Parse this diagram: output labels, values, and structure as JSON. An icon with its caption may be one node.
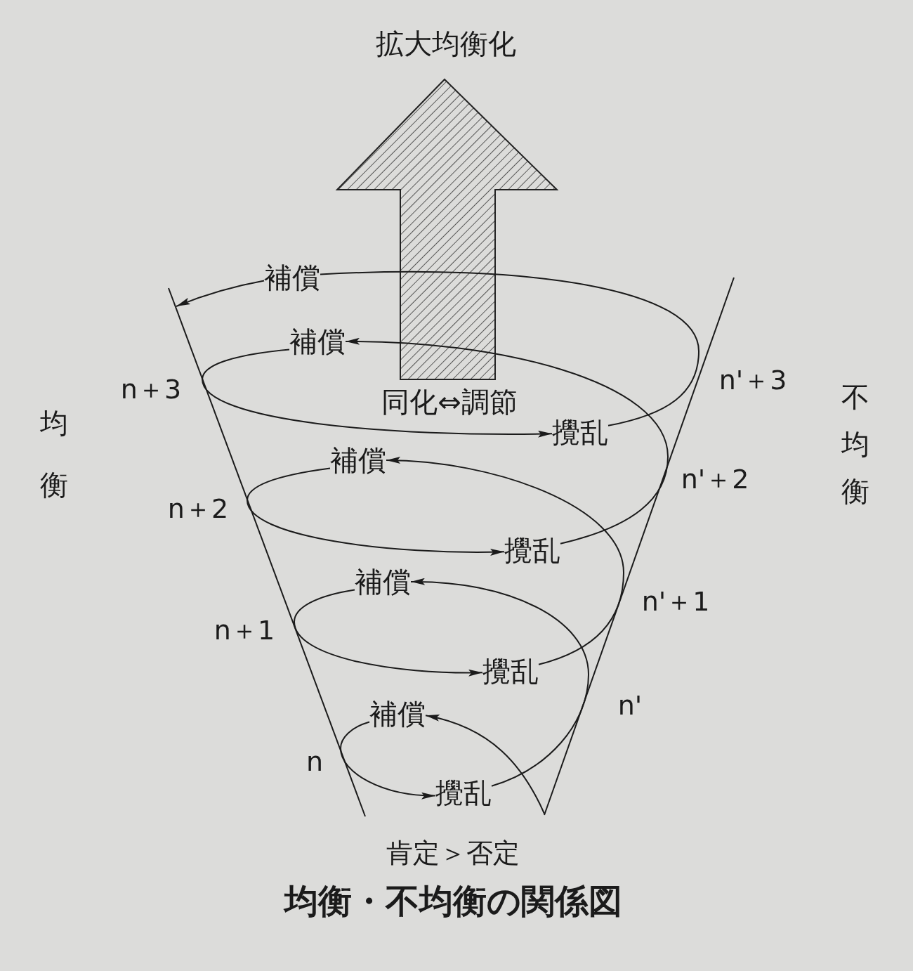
{
  "diagram": {
    "caption": "均衡・不均衡の関係図",
    "nodes": [
      {
        "text": [
          "補償"
        ]
      },
      {
        "text": [
          "補償"
        ]
      },
      {
        "text": [
          "攪乱"
        ]
      },
      {
        "text": [
          "補償"
        ]
      },
      {
        "text": [
          "攪乱"
        ]
      },
      {
        "text": [
          "補償"
        ]
      },
      {
        "text": [
          "攪乱"
        ]
      },
      {
        "text": [
          "補償"
        ]
      },
      {
        "text": [
          "攪乱"
        ]
      }
    ],
    "edges": [
      {
        "from": null,
        "to": 7,
        "arrow": "to"
      },
      {
        "from": 7,
        "to": 8,
        "arrow": "to"
      },
      {
        "from": 8,
        "to": 5,
        "arrow": "to"
      },
      {
        "from": 5,
        "to": 6,
        "arrow": "to"
      },
      {
        "from": 6,
        "to": 3,
        "arrow": "to"
      },
      {
        "from": 3,
        "to": 4,
        "arrow": "to"
      },
      {
        "from": 4,
        "to": 1,
        "arrow": "to"
      },
      {
        "from": 1,
        "to": 2,
        "arrow": "to"
      },
      {
        "from": 2,
        "to": 0,
        "arrow": "none"
      },
      {
        "from": 0,
        "to": null,
        "arrow": "to"
      }
    ],
    "labels": [
      "拡大均衡化",
      "同化⇔調節",
      "均衡",
      "不均衡",
      "n＋3",
      "n'＋3",
      "n'＋2",
      "n＋2",
      "n'＋1",
      "n＋1",
      "n'",
      "n",
      "肯定＞否定"
    ]
  }
}
